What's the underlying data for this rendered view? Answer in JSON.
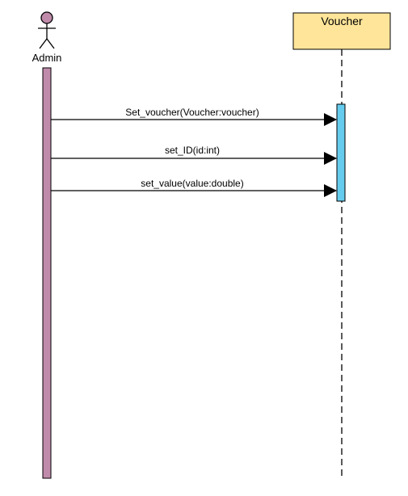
{
  "actor": {
    "name": "Admin",
    "fill": "#c08bab"
  },
  "lifeline": {
    "name": "Voucher",
    "fill": "#ffe599",
    "border": "#000000"
  },
  "activation": {
    "admin_fill": "#c08bab",
    "voucher_fill": "#66ccee"
  },
  "messages": [
    {
      "label": "Set_voucher(Voucher:voucher)"
    },
    {
      "label": "set_ID(id:int)"
    },
    {
      "label": "set_value(value:double)"
    }
  ]
}
